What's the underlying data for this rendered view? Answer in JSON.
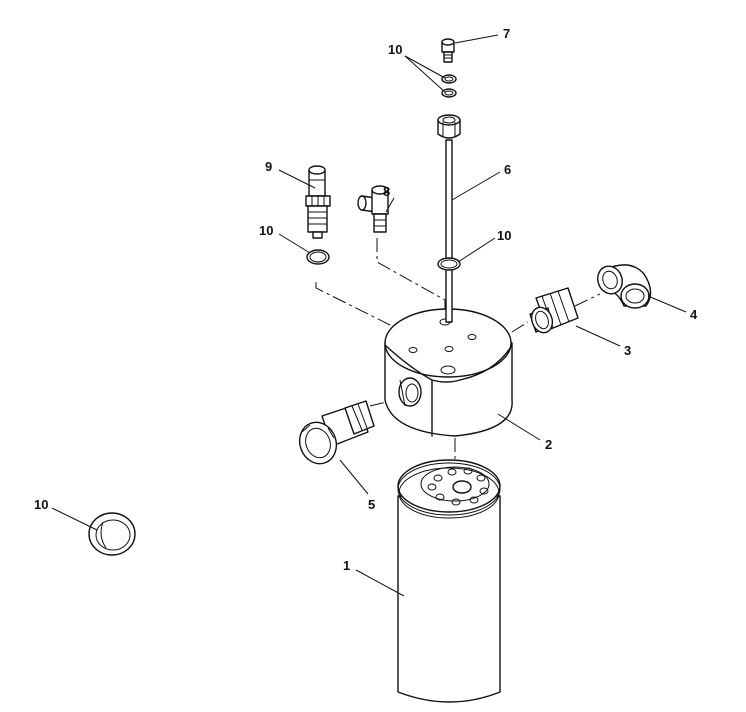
{
  "callouts": {
    "filter_element": "1",
    "filter_head": "2",
    "adapter_fitting": "3",
    "elbow_fitting": "4",
    "inlet_fitting": "5",
    "dipstick_tube": "6",
    "plug": "7",
    "tee_fitting": "8",
    "valve_fitting": "9",
    "o_ring_plug": "10",
    "o_ring_tube": "10",
    "o_ring_valve": "10",
    "o_ring_loose": "10"
  },
  "colors": {
    "ink": "#111111",
    "background": "#ffffff"
  }
}
